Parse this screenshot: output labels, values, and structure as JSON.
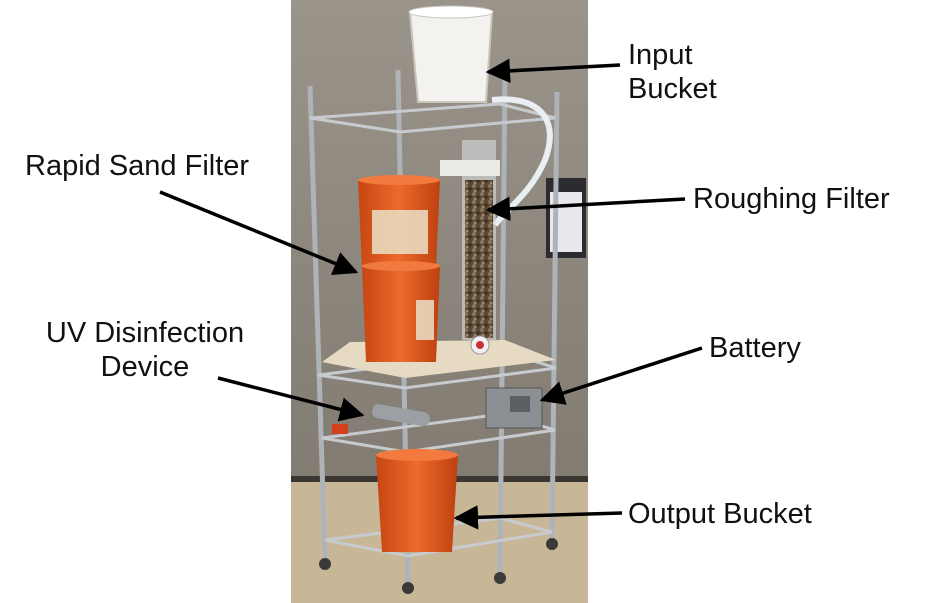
{
  "labels": {
    "input_bucket": [
      "Input",
      "Bucket"
    ],
    "rapid_sand_filter": [
      "Rapid Sand Filter"
    ],
    "roughing_filter": [
      "Roughing Filter"
    ],
    "uv_device": [
      "UV Disinfection",
      "Device"
    ],
    "battery": [
      "Battery"
    ],
    "output_bucket": [
      "Output Bucket"
    ]
  },
  "colors": {
    "wall": "#8a8378",
    "floor": "#c9b89d",
    "metal": "#b8bcc0",
    "orange_bucket": "#e05a1e",
    "white_bucket": "#f3f2ee",
    "shelf_board": "#e9dcc6",
    "gravel": "#6b5a45",
    "arrow": "#000000"
  },
  "icons": [
    "arrow-icon"
  ]
}
